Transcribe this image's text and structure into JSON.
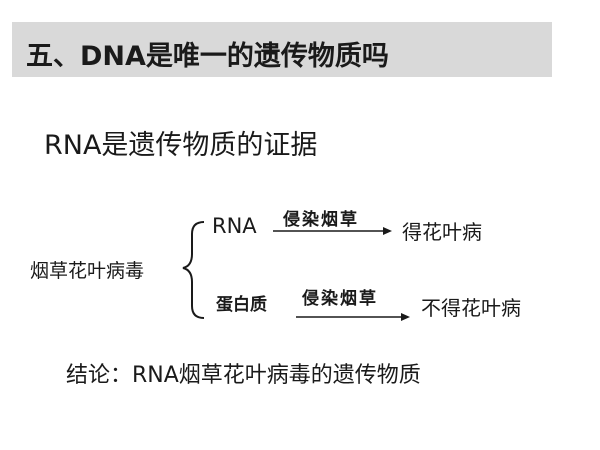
{
  "slide": {
    "title": "五、DNA是唯一的遗传物质吗",
    "subtitle": "RNA是遗传物质的证据"
  },
  "diagram": {
    "source": "烟草花叶病毒",
    "branches": [
      {
        "component": "RNA",
        "action": "侵染烟草",
        "result": "得花叶病"
      },
      {
        "component": "蛋白质",
        "action": "侵染烟草",
        "result": "不得花叶病"
      }
    ]
  },
  "conclusion": {
    "label": "结论：",
    "text": "RNA烟草花叶病毒的遗传物质"
  },
  "colors": {
    "title_bar": "#d9d9d9",
    "text": "#1a1a1a"
  }
}
